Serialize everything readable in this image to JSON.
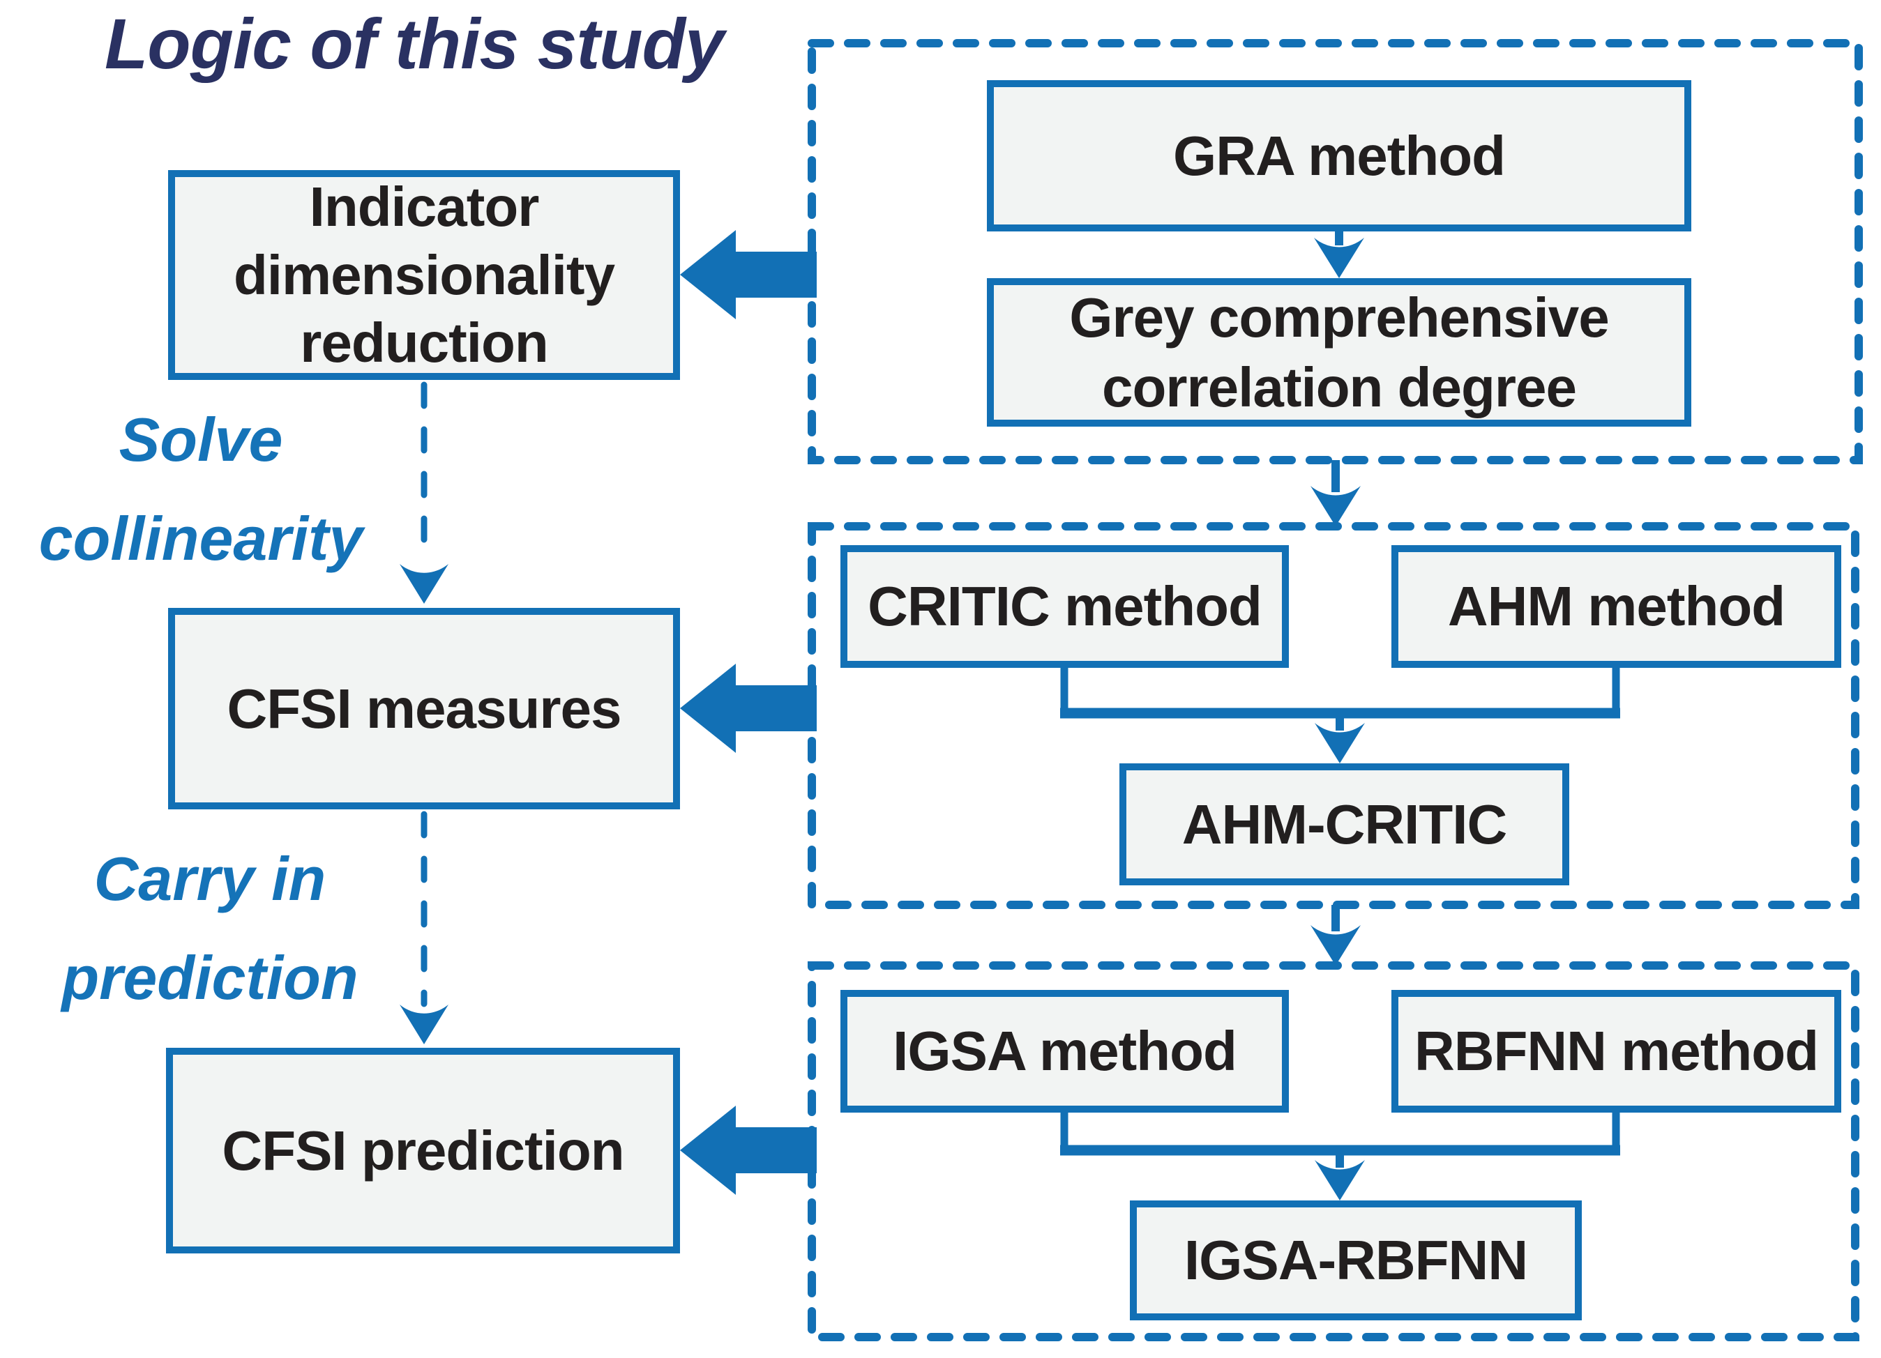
{
  "title": "Logic of this study",
  "colors": {
    "line_blue": "#1270b5",
    "annotation_blue": "#1573b8",
    "title_navy": "#2a3162",
    "box_fill": "#f2f4f3",
    "box_text": "#221f1f",
    "background": "#ffffff"
  },
  "left_column": {
    "boxes": [
      {
        "label": "Indicator dimensionality reduction"
      },
      {
        "label": "CFSI measures"
      },
      {
        "label": "CFSI prediction"
      }
    ],
    "annotations": [
      {
        "line1": "Solve",
        "line2": "collinearity"
      },
      {
        "line1": "Carry in",
        "line2": "prediction"
      }
    ]
  },
  "right_column": {
    "groups": [
      {
        "boxes": [
          {
            "label": "GRA method"
          },
          {
            "label": "Grey comprehensive correlation degree"
          }
        ]
      },
      {
        "boxes": [
          {
            "label": "CRITIC method"
          },
          {
            "label": "AHM method"
          },
          {
            "label": "AHM-CRITIC"
          }
        ]
      },
      {
        "boxes": [
          {
            "label": "IGSA method"
          },
          {
            "label": "RBFNN method"
          },
          {
            "label": "IGSA-RBFNN"
          }
        ]
      }
    ]
  }
}
